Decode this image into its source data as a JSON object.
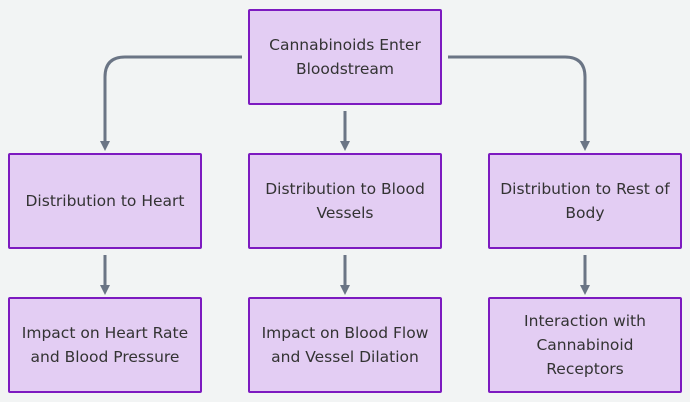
{
  "diagram": {
    "colors": {
      "background": "#f2f4f4",
      "node_fill": "#e3cdf3",
      "node_border": "#7d1ac0",
      "edge": "#6b7585",
      "text": "#333333"
    },
    "nodes": {
      "root": {
        "label": "Cannabinoids Enter Bloodstream"
      },
      "heart": {
        "label": "Distribution to Heart"
      },
      "vessels": {
        "label": "Distribution to Blood Vessels"
      },
      "body": {
        "label": "Distribution to Rest of Body"
      },
      "heart_impact": {
        "label": "Impact on Heart Rate and Blood Pressure"
      },
      "vessel_impact": {
        "label": "Impact on Blood Flow and Vessel Dilation"
      },
      "receptors": {
        "label": "Interaction with Cannabinoid Receptors"
      }
    },
    "edges": [
      {
        "from": "root",
        "to": "heart"
      },
      {
        "from": "root",
        "to": "vessels"
      },
      {
        "from": "root",
        "to": "body"
      },
      {
        "from": "heart",
        "to": "heart_impact"
      },
      {
        "from": "vessels",
        "to": "vessel_impact"
      },
      {
        "from": "body",
        "to": "receptors"
      }
    ]
  }
}
